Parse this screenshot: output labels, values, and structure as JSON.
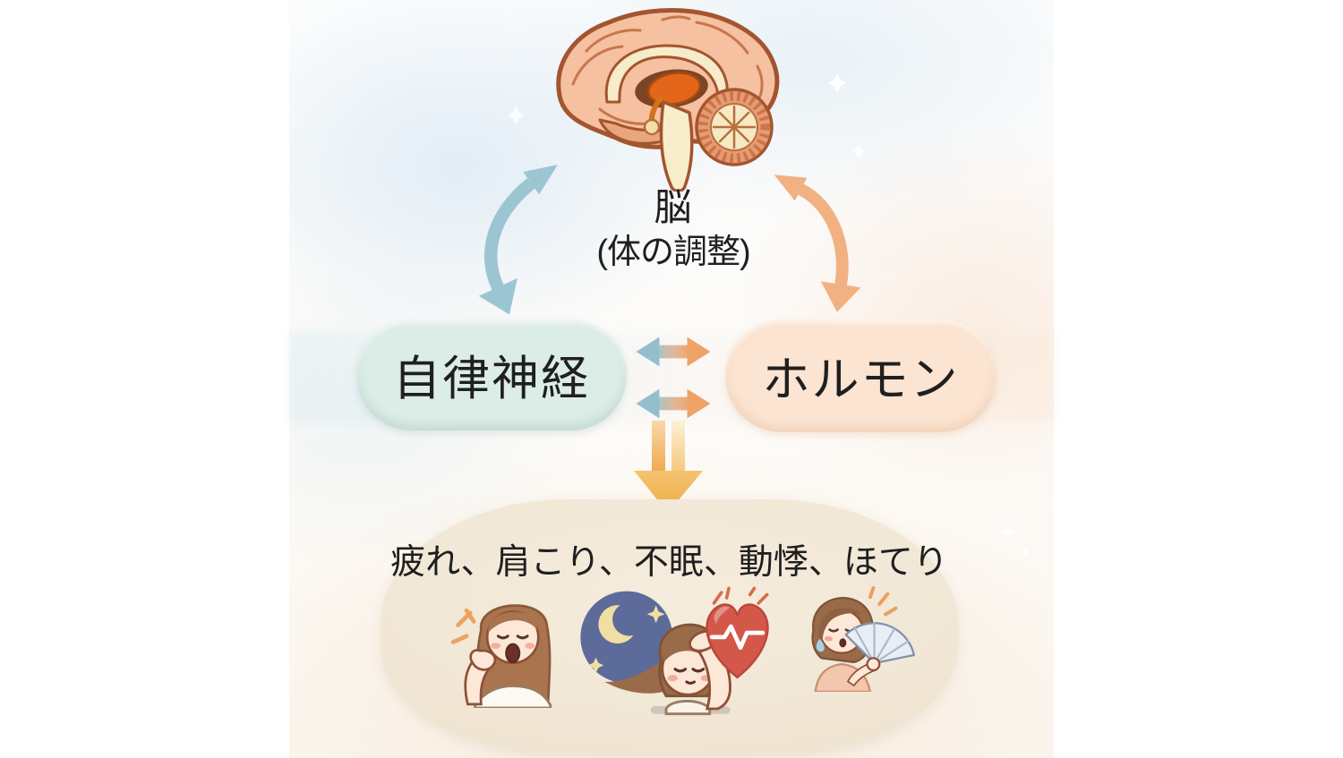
{
  "brain": {
    "label": "脳",
    "sublabel": "(体の調整)",
    "icon": "brain-sagittal-illustration"
  },
  "nodes": {
    "autonomic": {
      "label": "自律神経"
    },
    "hormone": {
      "label": "ホルモン"
    }
  },
  "arrows": {
    "brain_autonomic": "bidirectional-curved-teal",
    "brain_hormone": "bidirectional-curved-orange",
    "autonomic_hormone": "two-bidirectional-horizontal-gradient",
    "to_symptoms": "double-stem-down-amber"
  },
  "symptoms": {
    "label": "疲れ、肩こり、不眠、動悸、ほてり",
    "icons": [
      {
        "name": "fatigue-yawning-woman-icon"
      },
      {
        "name": "insomnia-moon-woman-icon"
      },
      {
        "name": "palpitations-heart-ecg-icon"
      },
      {
        "name": "hot-flash-fan-woman-icon"
      }
    ]
  },
  "colors": {
    "nerve-accent": "#9cc5d2",
    "hormone-accent": "#f1b183",
    "down-arrow": "#f2b152",
    "nerve-box-fill": "#dcece7",
    "hormone-box-fill": "#fbe4d1",
    "symptom-blob-fill": "#f2e8d8",
    "moon-panel": "#5d6b9a",
    "heart-red": "#d4584a",
    "text": "#1f1f1f"
  }
}
